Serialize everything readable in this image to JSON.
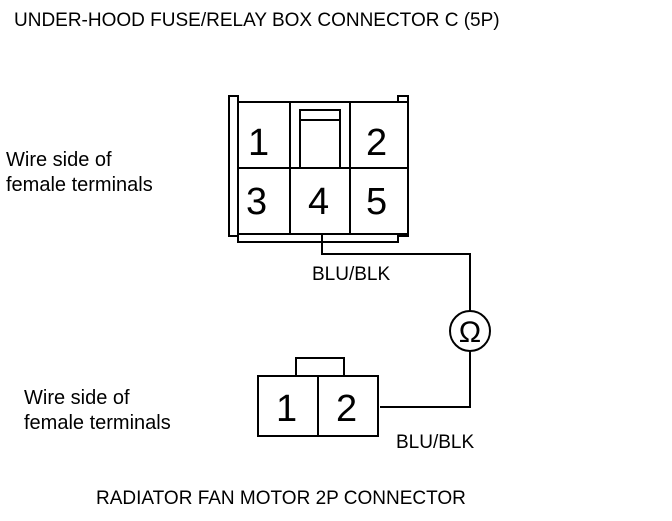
{
  "top_title": "UNDER-HOOD FUSE/RELAY BOX CONNECTOR C (5P)",
  "bottom_title": "RADIATOR FAN MOTOR 2P CONNECTOR",
  "connector_5p": {
    "label_line1": "Wire side of",
    "label_line2": "female terminals",
    "pins": [
      "1",
      "2",
      "3",
      "4",
      "5"
    ]
  },
  "connector_2p": {
    "label_line1": "Wire side of",
    "label_line2": "female terminals",
    "pins": [
      "1",
      "2"
    ]
  },
  "wire_label_upper": "BLU/BLK",
  "wire_label_lower": "BLU/BLK",
  "meter_symbol": "Ω",
  "meter_icon": "ohmmeter-icon"
}
